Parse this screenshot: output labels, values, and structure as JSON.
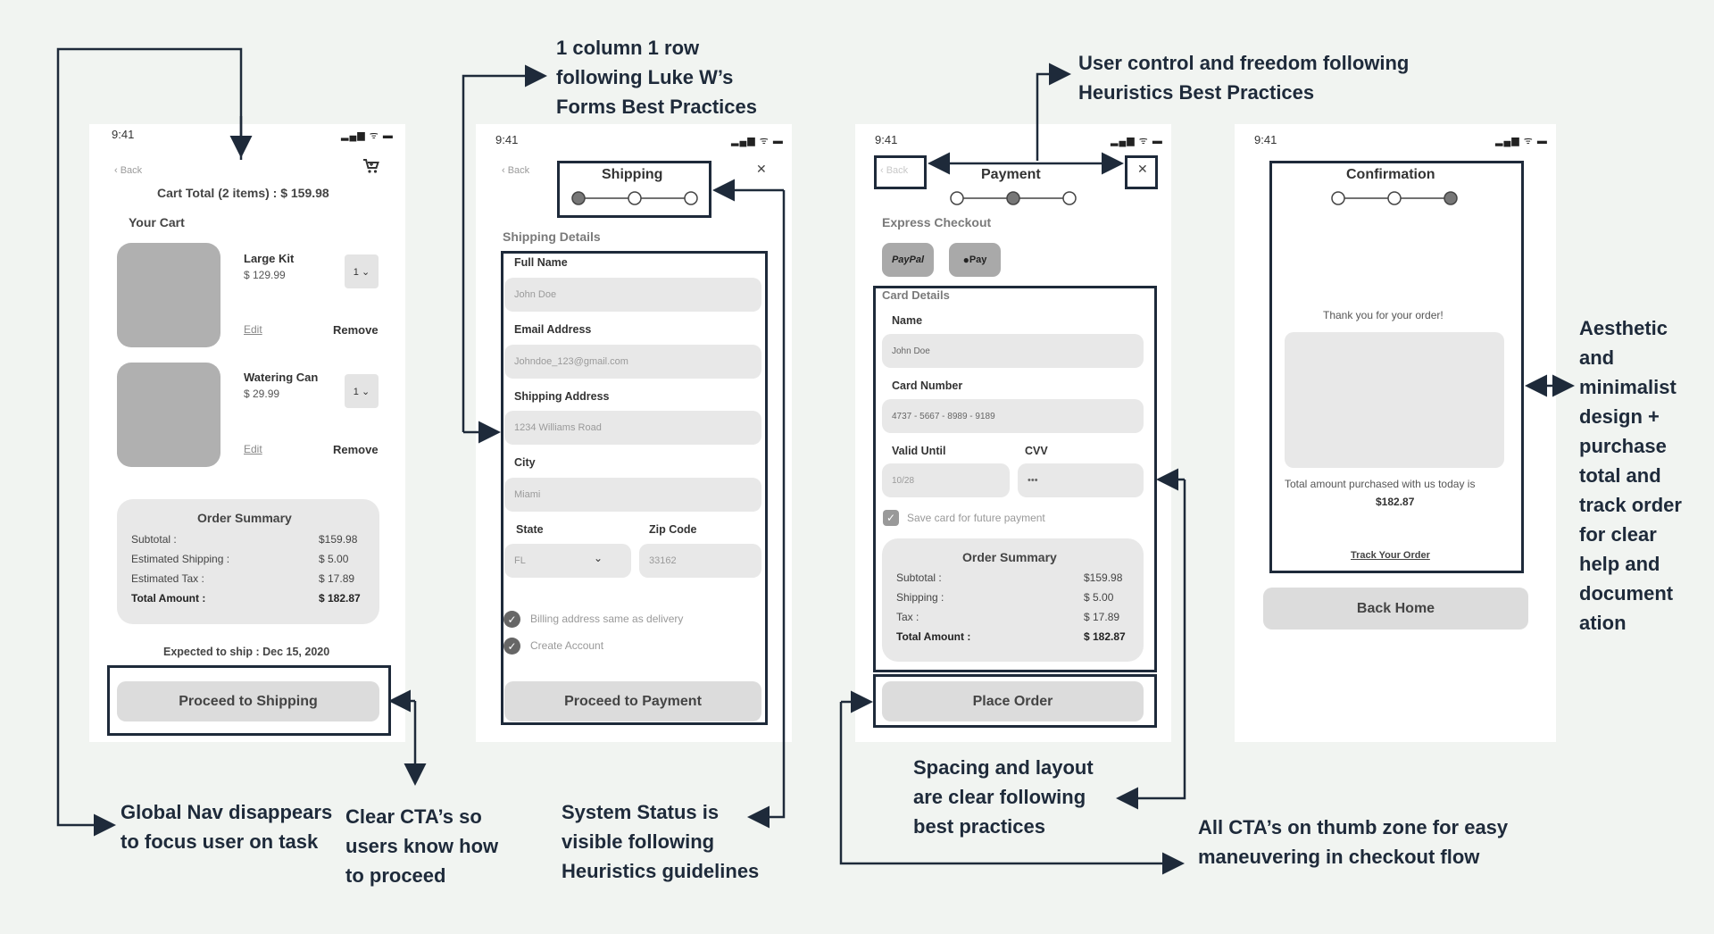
{
  "status_time": "9:41",
  "status_icons": "▂▄▆ ᯤ ▬",
  "screen1": {
    "back": "‹ Back",
    "cart_icon": "cart-icon",
    "cart_total": "Cart Total (2 items) : $ 159.98",
    "your_cart": "Your Cart",
    "items": [
      {
        "name": "Large Kit",
        "price": "$ 129.99",
        "qty": "1 ⌄",
        "edit": "Edit",
        "remove": "Remove"
      },
      {
        "name": "Watering Can",
        "price": "$ 29.99",
        "qty": "1 ⌄",
        "edit": "Edit",
        "remove": "Remove"
      }
    ],
    "summary": {
      "title": "Order Summary",
      "rows": [
        {
          "label": "Subtotal :",
          "value": "$159.98"
        },
        {
          "label": "Estimated Shipping :",
          "value": "$ 5.00"
        },
        {
          "label": "Estimated Tax :",
          "value": "$ 17.89"
        },
        {
          "label": "Total Amount :",
          "value": "$ 182.87"
        }
      ]
    },
    "ship_note": "Expected to ship : Dec 15, 2020",
    "cta": "Proceed to Shipping"
  },
  "screen2": {
    "back": "‹ Back",
    "title": "Shipping",
    "close": "✕",
    "section": "Shipping Details",
    "fields": [
      {
        "label": "Full Name",
        "placeholder": "John Doe"
      },
      {
        "label": "Email Address",
        "placeholder": "Johndoe_123@gmail.com"
      },
      {
        "label": "Shipping Address",
        "placeholder": "1234 Williams Road"
      },
      {
        "label": "City",
        "placeholder": "Miami"
      }
    ],
    "state_label": "State",
    "state_value": "FL",
    "zip_label": "Zip Code",
    "zip_placeholder": "33162",
    "check1": "Billing address same as delivery",
    "check2": "Create Account",
    "cta": "Proceed to Payment"
  },
  "screen3": {
    "back": "‹ Back",
    "title": "Payment",
    "close": "✕",
    "express": "Express Checkout",
    "paypal": "PayPal",
    "applepay": "Pay",
    "card_details": "Card Details",
    "name_label": "Name",
    "name_value": "John Doe",
    "card_label": "Card Number",
    "card_value": "4737 - 5667 - 8989 - 9189",
    "valid_label": "Valid Until",
    "valid_value": "10/28",
    "cvv_label": "CVV",
    "cvv_value": "•••",
    "save_card": "Save card for future payment",
    "summary": {
      "title": "Order Summary",
      "rows": [
        {
          "label": "Subtotal :",
          "value": "$159.98"
        },
        {
          "label": "Shipping :",
          "value": "$ 5.00"
        },
        {
          "label": "Tax :",
          "value": "$ 17.89"
        },
        {
          "label": "Total Amount :",
          "value": "$ 182.87"
        }
      ]
    },
    "cta": "Place Order"
  },
  "screen4": {
    "title": "Confirmation",
    "thanks": "Thank you for your order!",
    "total_text": "Total amount purchased with us today is",
    "total_value": "$182.87",
    "track": "Track Your Order",
    "cta": "Back Home"
  },
  "annotations": {
    "forms": "1 column 1 row following Luke W’s Forms Best Practices",
    "control": "User control and freedom following Heuristics Best Practices",
    "aesthetic": "Aesthetic and minimalist design + purchase total and track order for clear help and document ation",
    "global_nav": "Global Nav disappears to focus user on task",
    "clear_cta": "Clear CTA’s so users know how to proceed",
    "system_status": "System Status is visible following Heuristics guidelines",
    "spacing": "Spacing and layout are clear following best practices",
    "thumb_zone": "All CTA’s on thumb zone for easy maneuvering in checkout flow"
  }
}
